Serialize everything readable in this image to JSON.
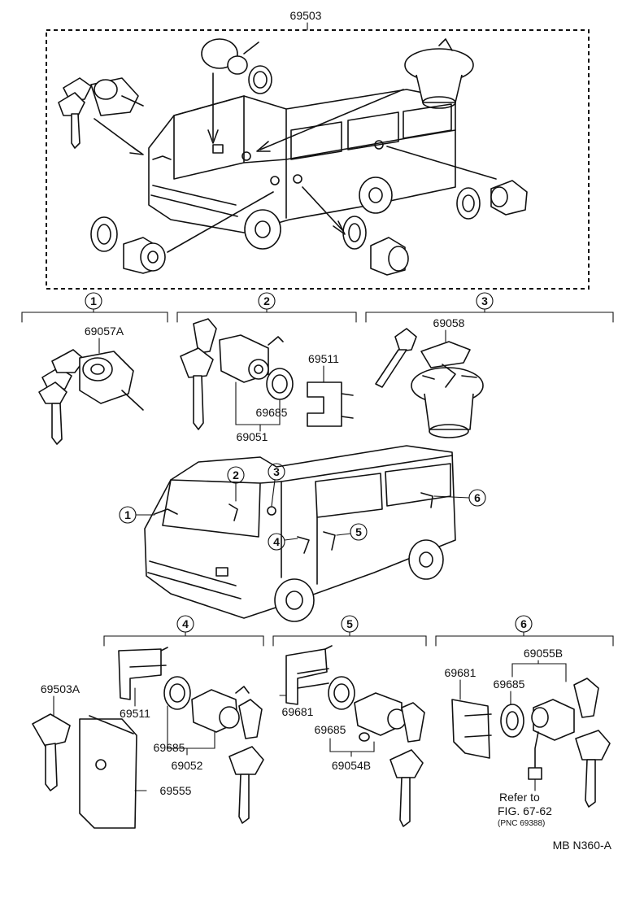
{
  "main_assembly": "69503",
  "groups": [
    {
      "number": "1"
    },
    {
      "number": "2"
    },
    {
      "number": "3"
    },
    {
      "number": "4"
    },
    {
      "number": "5"
    },
    {
      "number": "6"
    }
  ],
  "van_callouts": [
    "1",
    "2",
    "3",
    "4",
    "5",
    "6"
  ],
  "parts": {
    "g1_cylinder": "69057A",
    "g2_retainer": "69511",
    "g2_gasket": "69685",
    "g2_cylinder": "69051",
    "g3_cap": "69058",
    "g4_key": "69503A",
    "g4_retainer": "69511",
    "g4_gasket": "69685",
    "g4_cylinder": "69052",
    "g4_case": "69555",
    "g5_retainer": "69681",
    "g5_gasket": "69685",
    "g5_cylinder": "69054B",
    "g6_retainer": "69681",
    "g6_gasket": "69685",
    "g6_cylinder": "69055B"
  },
  "reference": {
    "line1": "Refer to",
    "line2": "FIG. 67-62",
    "line3": "(PNC 69388)"
  },
  "figure_code": "MB N360-A"
}
